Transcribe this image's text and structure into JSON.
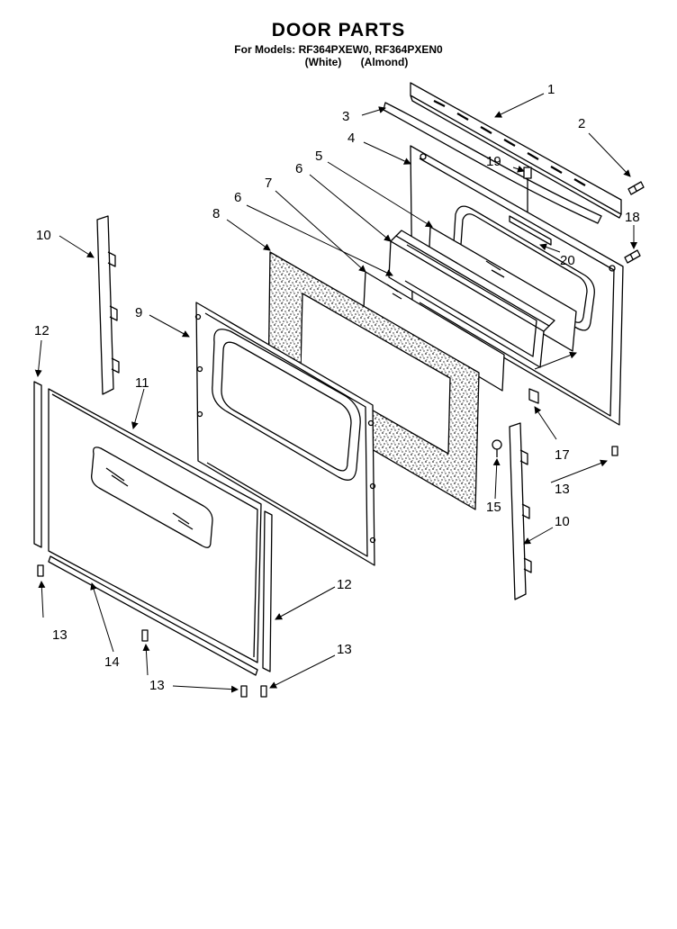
{
  "header": {
    "title": "DOOR PARTS",
    "models": "For Models: RF364PXEW0, RF364PXEN0",
    "color_white": "(White)",
    "color_almond": "(Almond)"
  },
  "callouts": {
    "p1": "1",
    "p2": "2",
    "p3": "3",
    "p4": "4",
    "p5": "5",
    "p6a": "6",
    "p6b": "6",
    "p7": "7",
    "p8": "8",
    "p9": "9",
    "p10a": "10",
    "p10b": "10",
    "p11": "11",
    "p12a": "12",
    "p12b": "12",
    "p13a": "13",
    "p13b": "13",
    "p13c": "13",
    "p13d": "13",
    "p14": "14",
    "p15": "15",
    "p17": "17",
    "p18": "18",
    "p19": "19",
    "p20": "20"
  }
}
